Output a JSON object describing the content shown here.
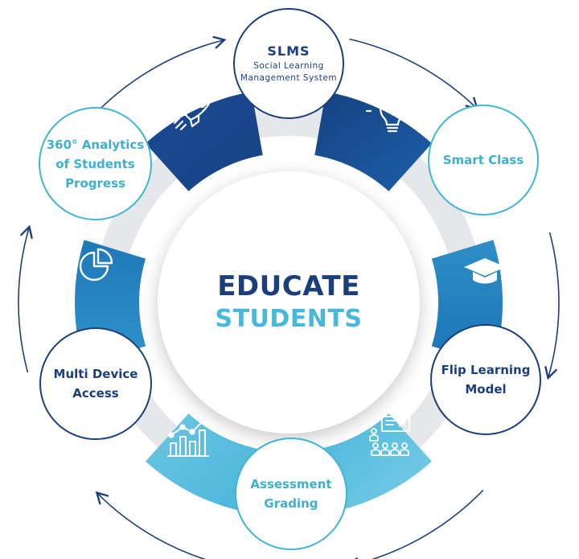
{
  "center": {
    "line1": "EDUCATE",
    "line2": "STUDENTS"
  },
  "nodes": {
    "slms": {
      "title": "SLMS",
      "sub1": "Social Learning",
      "sub2": "Management System"
    },
    "smart_class": {
      "line1": "Smart Class"
    },
    "flip_learning": {
      "line1": "Flip Learning",
      "line2": "Model"
    },
    "assessment": {
      "line1": "Assessment",
      "line2": "Grading"
    },
    "multi_device": {
      "line1": "Multi Device",
      "line2": "Access"
    },
    "analytics": {
      "line1": "360° Analytics",
      "line2": "of Students",
      "line3": "Progress"
    }
  },
  "segment_icons": [
    "rocket-icon",
    "lightbulb-icon",
    "graduation-cap-icon",
    "presentation-audience-icon",
    "bar-chart-icon",
    "pie-chart-icon"
  ],
  "colors": {
    "dark_navy": "#1b3f7a",
    "medium_blue": "#1d73b4",
    "cyan": "#3fb5d6",
    "light_cyan": "#5fc3e0",
    "teal_text": "#3fb0cc",
    "ring_gray": "#e3e4e8"
  }
}
